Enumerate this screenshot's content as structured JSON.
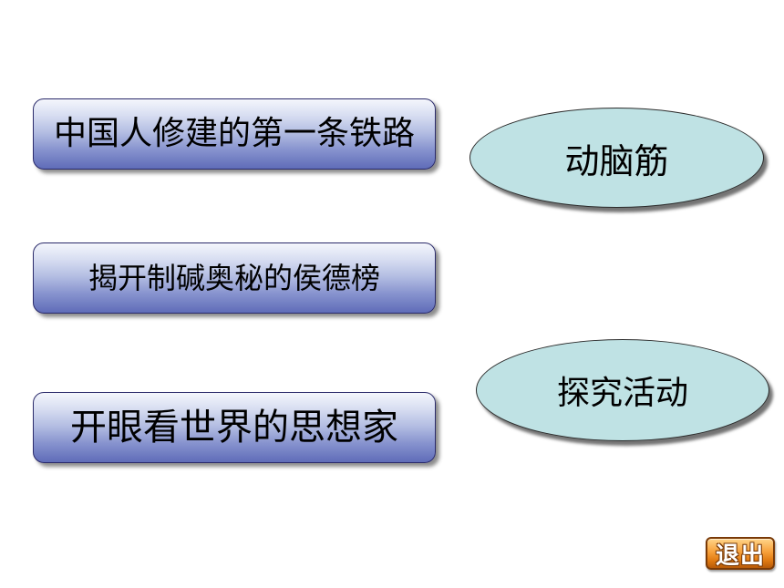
{
  "topics": [
    {
      "label": "中国人修建的第一条铁路"
    },
    {
      "label": "揭开制碱奥秘的侯德榜"
    },
    {
      "label": "开眼看世界的思想家"
    }
  ],
  "activities": [
    {
      "label": "动脑筋"
    },
    {
      "label": "探究活动"
    }
  ],
  "exit": {
    "label": "退出"
  },
  "colors": {
    "topic_button_top": "#f4f6fc",
    "topic_button_bottom": "#5f6cb8",
    "oval_fill": "#bfe2e4",
    "exit_button": "#f7a03a"
  }
}
